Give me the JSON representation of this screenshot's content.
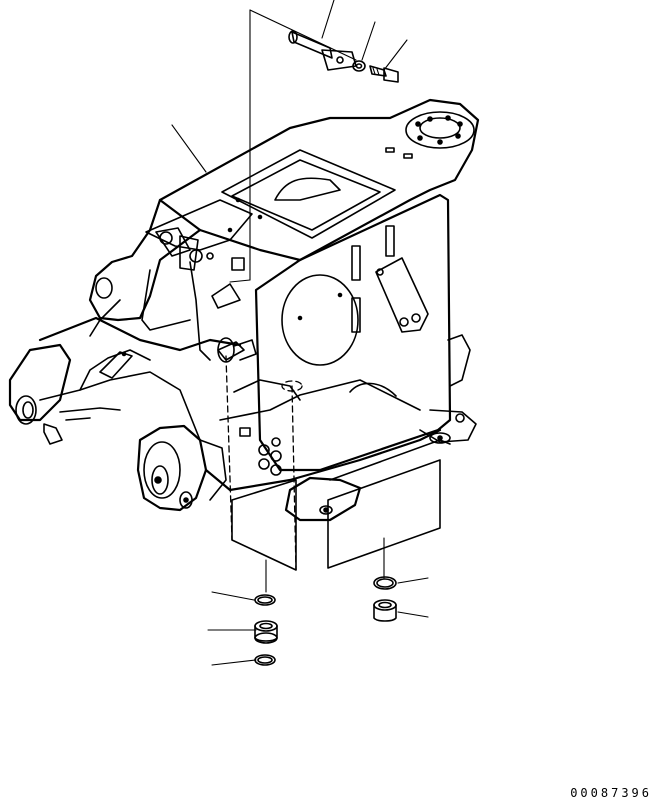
{
  "document_id": "00087396",
  "callouts": [
    {
      "id": "pin"
    },
    {
      "id": "washer"
    },
    {
      "id": "bolt"
    },
    {
      "id": "rear-frame"
    },
    {
      "id": "o-ring-upper-left"
    },
    {
      "id": "bushing-left"
    },
    {
      "id": "o-ring-lower-left"
    },
    {
      "id": "o-ring-right"
    },
    {
      "id": "bushing-right"
    }
  ]
}
